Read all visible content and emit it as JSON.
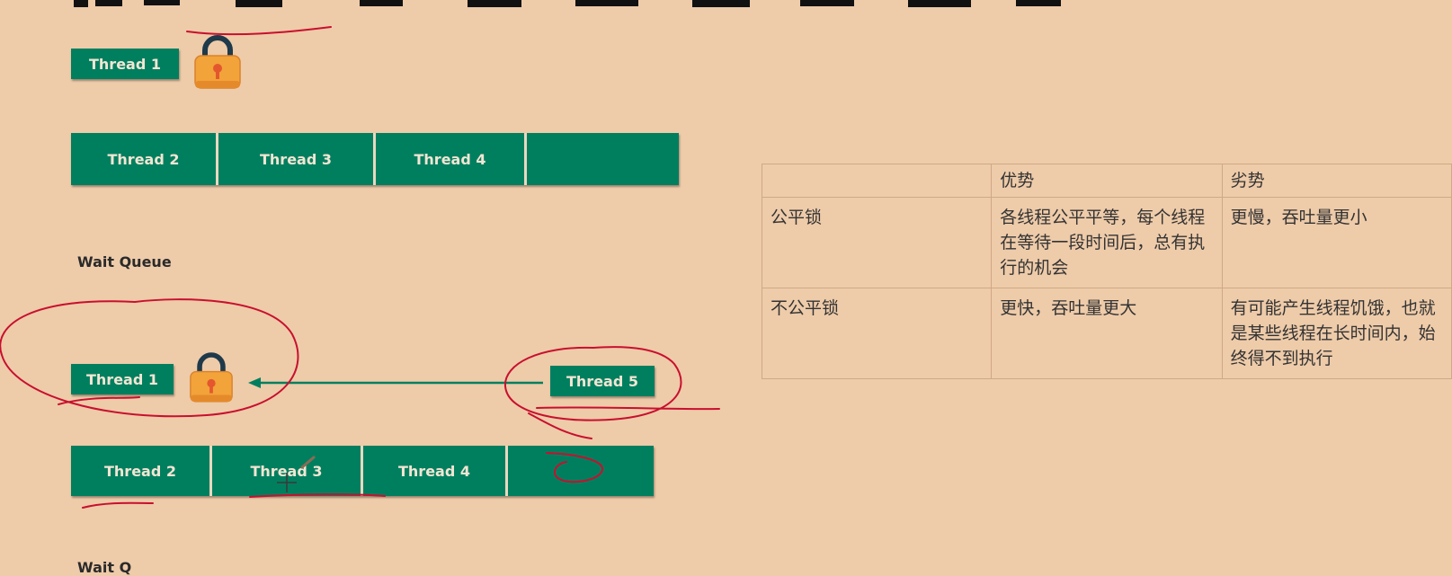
{
  "top_diagram": {
    "holder": "Thread 1",
    "queue": [
      "Thread 2",
      "Thread 3",
      "Thread 4",
      ""
    ],
    "queue_label": "Wait Queue"
  },
  "bottom_diagram": {
    "holder": "Thread 1",
    "incoming": "Thread 5",
    "queue": [
      "Thread 2",
      "Thread 3",
      "Thread 4",
      ""
    ],
    "queue_label": "Wait Q"
  },
  "table": {
    "headers": [
      "",
      "优势",
      "劣势"
    ],
    "rows": [
      [
        "公平锁",
        "各线程公平平等，每个线程在等待一段时间后，总有执行的机会",
        "更慢，吞吐量更小"
      ],
      [
        "不公平锁",
        "更快，吞吐量更大",
        "有可能产生线程饥饿，也就是某些线程在长时间内，始终得不到执行"
      ]
    ]
  },
  "colors": {
    "background": "#EECBA9",
    "thread_box": "#007F5F",
    "thread_text": "#F2E6D4",
    "lock_body": "#F2A33A",
    "lock_shackle": "#1F3A4A",
    "annotation": "#C8102E"
  },
  "icons": {
    "lock": "padlock-icon",
    "arrow": "arrow-left-icon"
  }
}
